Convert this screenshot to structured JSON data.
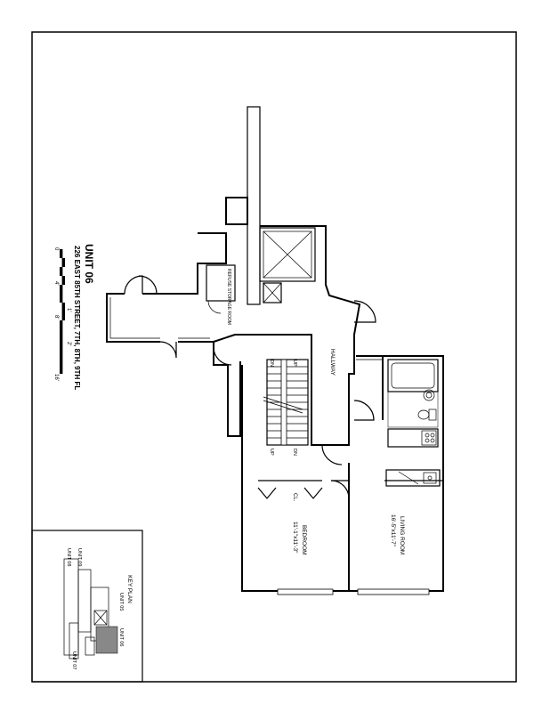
{
  "title_block": {
    "unit": "UNIT 06",
    "address": "226 EAST 85TH STREET, 7TH, 8TH, 9TH FL"
  },
  "scale_bar": {
    "ticks": [
      "0",
      "4'",
      "8'",
      "16'"
    ],
    "sub_ticks": [
      "1'",
      "2'"
    ]
  },
  "rooms": {
    "refuse": "REFUSE STORAGE ROOM",
    "hallway": "HALLWAY",
    "bedroom": "BEDROOM",
    "bedroom_dim": "11'-1\"x11'-3\"",
    "living": "LIVING ROOM",
    "living_dim": "16'-5\"x11'-7\"",
    "closet": "CL."
  },
  "stairs": {
    "up": "UP",
    "dn": "DN"
  },
  "key_plan": {
    "title": "KEY PLAN",
    "units": [
      "UNIT 09",
      "UNIT 08",
      "UNIT 05",
      "UNIT 06",
      "UNIT 07"
    ]
  }
}
